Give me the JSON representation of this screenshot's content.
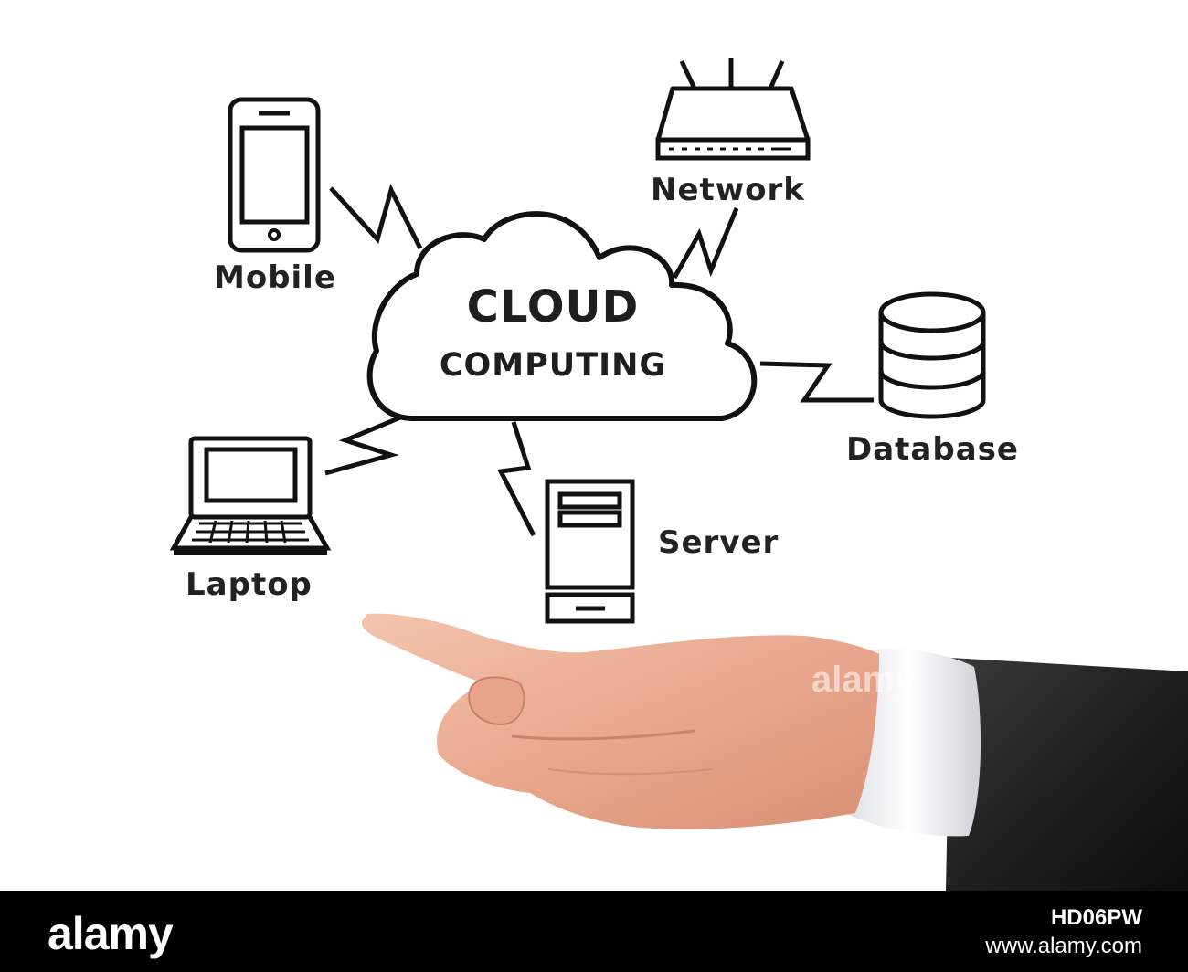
{
  "cloud": {
    "line1": "CLOUD",
    "line2": "COMPUTING"
  },
  "nodes": {
    "mobile": "Mobile",
    "network": "Network",
    "database": "Database",
    "laptop": "Laptop",
    "server": "Server"
  },
  "watermark": "alamy",
  "footer": {
    "logo": "alamy",
    "image_id": "HD06PW",
    "url": "www.alamy.com"
  }
}
